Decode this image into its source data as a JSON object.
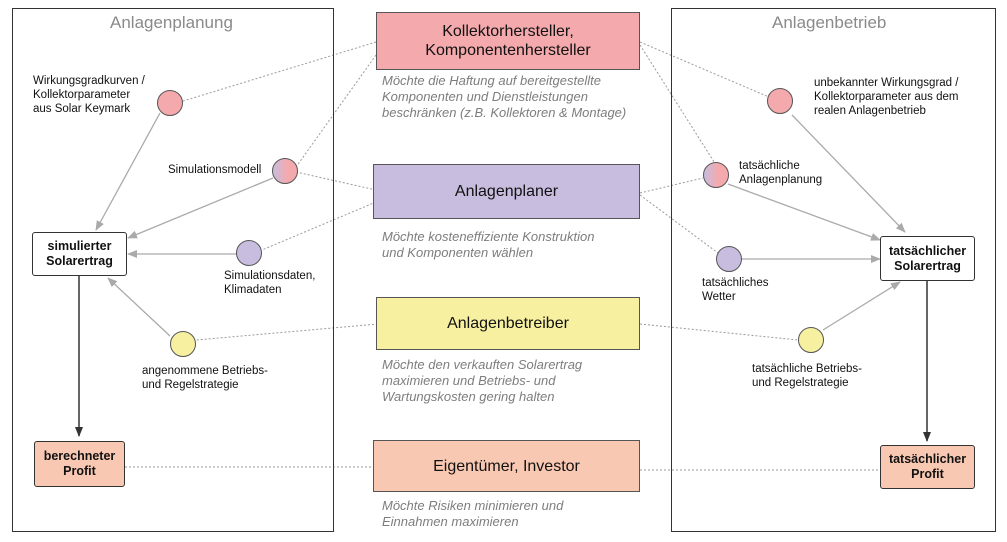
{
  "colors": {
    "pink": "#f4a9ad",
    "violet": "#c8bcdf",
    "yellow": "#f7f0a0",
    "salmon": "#f9c8b2",
    "outline": "#333333"
  },
  "panels": {
    "left_title": "Anlagenplanung",
    "right_title": "Anlagenbetrieb"
  },
  "stakeholders": [
    {
      "lines": [
        "Kollektorhersteller,",
        "Komponentenhersteller"
      ],
      "desc": [
        "Möchte die Haftung auf bereitgestellte",
        "Komponenten und Dienstleistungen",
        "beschränken (z.B. Kollektoren & Montage)"
      ]
    },
    {
      "lines": [
        "Anlagenplaner"
      ],
      "desc": [
        "Möchte kosteneffiziente Konstruktion",
        "und Komponenten wählen"
      ]
    },
    {
      "lines": [
        "Anlagenbetreiber"
      ],
      "desc": [
        "Möchte den verkauften Solarertrag",
        "maximieren und Betriebs- und",
        "Wartungskosten gering halten"
      ]
    },
    {
      "lines": [
        "Eigentümer, Investor"
      ],
      "desc": [
        "Möchte Risiken minimieren und",
        "Einnahmen maximieren"
      ]
    }
  ],
  "left_nodes": {
    "wirkungsgrad": [
      "Wirkungsgradkurven /",
      "Kollektorparameter",
      "aus Solar Keymark"
    ],
    "simulationsmodell": [
      "Simulationsmodell"
    ],
    "simulationsdaten": [
      "Simulationsdaten,",
      "Klimadaten"
    ],
    "betrieb": [
      "angenommene Betriebs-",
      "und Regelstrategie"
    ]
  },
  "right_nodes": {
    "wirkungsgrad": [
      "unbekannter Wirkungsgrad /",
      "Kollektorparameter aus dem",
      "realen Anlagenbetrieb"
    ],
    "planung": [
      "tatsächliche",
      "Anlagenplanung"
    ],
    "wetter": [
      "tatsächliches",
      "Wetter"
    ],
    "betrieb": [
      "tatsächliche Betriebs-",
      "und Regelstrategie"
    ]
  },
  "boxes": {
    "sim_ertrag": [
      "simulierter",
      "Solarertrag"
    ],
    "ber_profit": [
      "berechneter",
      "Profit"
    ],
    "tat_ertrag": [
      "tatsächlicher",
      "Solarertrag"
    ],
    "tat_profit": [
      "tatsächlicher",
      "Profit"
    ]
  }
}
